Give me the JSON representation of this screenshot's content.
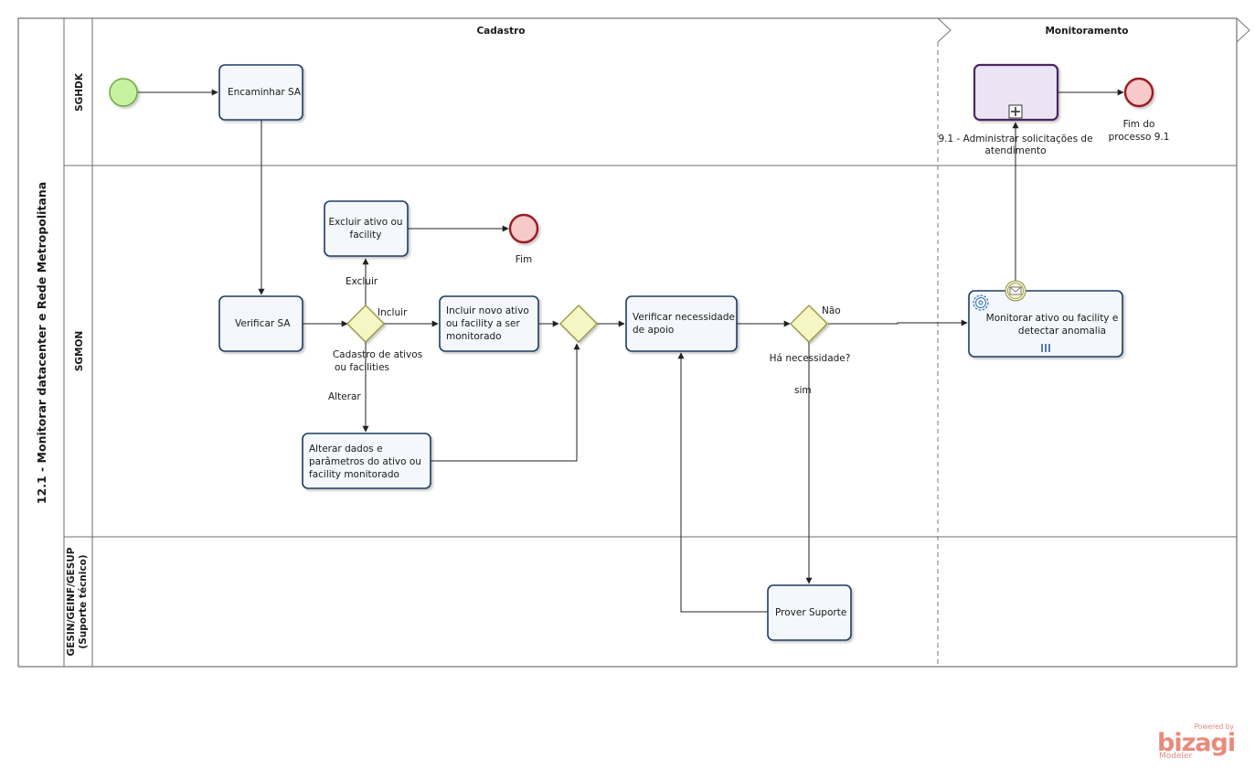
{
  "pool": {
    "title": "12.1 - Monitorar datacenter e Rede Metropolitana",
    "phases": [
      "Cadastro",
      "Monitoramento"
    ],
    "lanes": [
      "SGHDK",
      "SGMON",
      "GESIN/GEINF/GESUP",
      "(Suporte técnico)"
    ]
  },
  "tasks": {
    "encaminhar": "Encaminhar SA",
    "verificar": "Verificar SA",
    "excluir": [
      "Excluir ativo ou",
      "facility"
    ],
    "incluir": [
      "Incluir novo ativo",
      "ou facility a ser",
      "monitorado"
    ],
    "alterar": [
      "Alterar dados e",
      "parâmetros do ativo ou",
      "facility monitorado"
    ],
    "verificar_apoio": [
      "Verificar necessidade",
      "de apoio"
    ],
    "monitorar": [
      "Monitorar ativo ou facility e",
      "detectar anomalia"
    ],
    "prover": "Prover Suporte",
    "subprocess": [
      "9.1 - Administrar solicitações de",
      "atendimento"
    ]
  },
  "events": {
    "fim": "Fim",
    "fim_processo": [
      "Fim do",
      "processo 9.1"
    ]
  },
  "gateways": {
    "cadastro": [
      "Cadastro de ativos",
      "ou facilities"
    ],
    "necessidade": "Há necessidade?"
  },
  "flow_labels": {
    "excluir": "Excluir",
    "incluir": "Incluir",
    "alterar": "Alterar",
    "nao": "Não",
    "sim": "sim"
  },
  "watermark": {
    "powered": "Powered by",
    "logo": "bizagi",
    "sub": "Modeler"
  },
  "colors": {
    "task_stroke": "#1f3c64",
    "task_fill": "#f4f7fc",
    "gateway_fill": "#f6f6c4",
    "start_fill": "#c6f2a0",
    "end_stroke": "#9a1a22",
    "subprocess_fill": "#ece4f4",
    "subprocess_stroke": "#4a2860"
  }
}
